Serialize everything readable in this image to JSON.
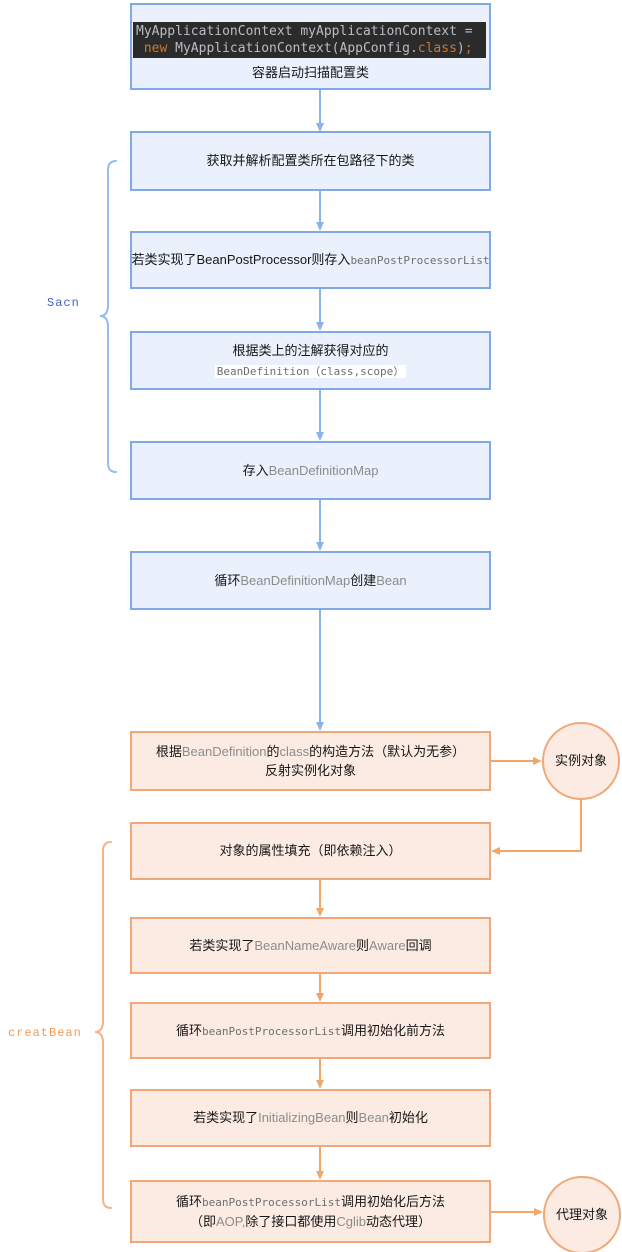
{
  "diagram": {
    "start": {
      "code_lines": [
        [
          {
            "t": "MyApplicationContext myApplicationContext ="
          }
        ],
        [
          {
            "t": " "
          },
          {
            "t": "new",
            "c": "kw"
          },
          {
            "t": " MyApplicationContext(AppConfig.",
            "c": ""
          },
          {
            "t": "class",
            "c": "kw"
          },
          {
            "t": ")"
          },
          {
            "t": ";",
            "c": "kw"
          }
        ]
      ],
      "caption": "容器启动扫描配置类"
    },
    "scan_section": {
      "bracket_label": "Sacn",
      "boxes": [
        {
          "lines": [
            [
              {
                "t": "获取并解析配置类所在包路径下的类"
              }
            ]
          ]
        },
        {
          "lines": [
            [
              {
                "t": "若类实现了"
              },
              {
                "t": "BeanPostProcessor"
              },
              {
                "t": "则存入"
              },
              {
                "t": "beanPostProcessorList",
                "c": "mono"
              }
            ]
          ]
        },
        {
          "lines": [
            [
              {
                "t": "根据类上的注解获得对应的"
              }
            ],
            [
              {
                "t": "BeanDefinition（class,scope）",
                "c": "mono hl"
              }
            ]
          ]
        },
        {
          "lines": [
            [
              {
                "t": "存入"
              },
              {
                "t": "BeanDefinitionMap",
                "c": "latin"
              }
            ]
          ]
        },
        {
          "lines": [
            [
              {
                "t": "循环"
              },
              {
                "t": "BeanDefinitionMap",
                "c": "latin"
              },
              {
                "t": "创建"
              },
              {
                "t": "Bean",
                "c": "latin"
              }
            ]
          ]
        }
      ]
    },
    "create_section": {
      "bracket_label": "creatBean",
      "boxes": [
        {
          "lines": [
            [
              {
                "t": "根据"
              },
              {
                "t": "BeanDefinition",
                "c": "latin"
              },
              {
                "t": "的"
              },
              {
                "t": "class",
                "c": "latin"
              },
              {
                "t": "的构造方法（默认为无参）"
              }
            ],
            [
              {
                "t": "反射实例化对象"
              }
            ]
          ]
        },
        {
          "lines": [
            [
              {
                "t": "对象的属性填充（即依赖注入）"
              }
            ]
          ]
        },
        {
          "lines": [
            [
              {
                "t": "若类实现了"
              },
              {
                "t": "BeanNameAware",
                "c": "latin"
              },
              {
                "t": "则"
              },
              {
                "t": "Aware",
                "c": "latin"
              },
              {
                "t": "回调"
              }
            ]
          ]
        },
        {
          "lines": [
            [
              {
                "t": "循环"
              },
              {
                "t": "beanPostProcessorList",
                "c": "mono"
              },
              {
                "t": "调用初始化前方法"
              }
            ]
          ]
        },
        {
          "lines": [
            [
              {
                "t": "若类实现了"
              },
              {
                "t": "InitializingBean",
                "c": "latin"
              },
              {
                "t": "则"
              },
              {
                "t": "Bean",
                "c": "latin"
              },
              {
                "t": "初始化"
              }
            ]
          ]
        },
        {
          "lines": [
            [
              {
                "t": "循环"
              },
              {
                "t": "beanPostProcessorList",
                "c": "mono"
              },
              {
                "t": "调用初始化后方法"
              }
            ],
            [
              {
                "t": "（即"
              },
              {
                "t": "AOP,",
                "c": "latin"
              },
              {
                "t": "除了接口都使用"
              },
              {
                "t": "Cglib",
                "c": "latin"
              },
              {
                "t": "动态代理）"
              }
            ]
          ]
        }
      ]
    },
    "circles": [
      {
        "label": "实例对象"
      },
      {
        "label": "代理对象"
      }
    ],
    "colors": {
      "blue_fill": "#eaf1fc",
      "blue_border": "#7fa8e6",
      "blue_arrow": "#8ab2ec",
      "orange_fill": "#fcebe3",
      "orange_border": "#f0a878",
      "orange_arrow": "#f2a76a",
      "code_background": "#2b2b2b",
      "code_text": "#b9bec4",
      "code_keyword": "#cc7832",
      "scan_label_color": "#3f63c8",
      "create_label_color": "#f09a59"
    }
  }
}
